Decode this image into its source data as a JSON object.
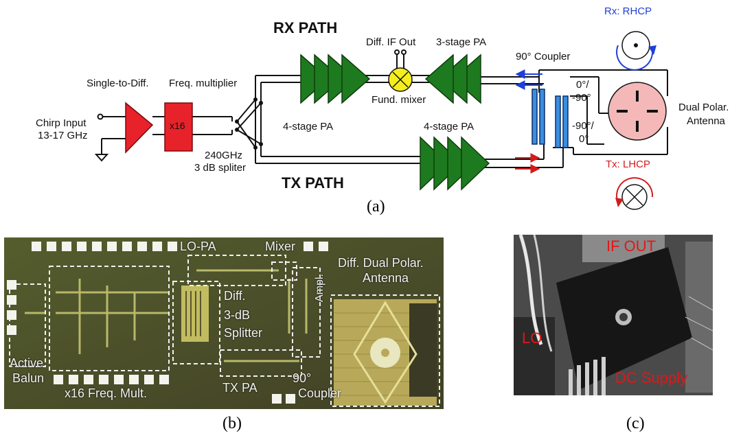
{
  "panel_a": {
    "rx_path": "RX PATH",
    "tx_path": "TX PATH",
    "single_to_diff": "Single-to-Diff.",
    "freq_multiplier": "Freq. multiplier",
    "multiplier_factor": "x16",
    "chirp_input": "Chirp Input",
    "chirp_range": "13-17 GHz",
    "splitter_freq": "240GHz",
    "splitter_name": "3 dB spliter",
    "rx_pa": "4-stage PA",
    "diff_if_out": "Diff. IF Out",
    "fund_mixer": "Fund. mixer",
    "rx_3stage_pa": "3-stage PA",
    "tx_pa": "4-stage PA",
    "coupler": "90° Coupler",
    "phase_top_1": "0°/",
    "phase_top_2": "-90°",
    "phase_bot_1": "-90°/",
    "phase_bot_2": "0°",
    "antenna_1": "Dual Polar.",
    "antenna_2": "Antenna",
    "rx_pol": "Rx: RHCP",
    "tx_pol": "Tx: LHCP",
    "caption": "(a)",
    "colors": {
      "pa": "#1e7a1e",
      "multiplier": "#e8222a",
      "mixer": "#f5ee1c",
      "coupler": "#3a8ee0",
      "antenna": "#f4b8b8",
      "rx": "#1f3fd8",
      "tx": "#d21c1c"
    }
  },
  "panel_b": {
    "lo_pa": "LO-PA",
    "mixer": "Mixer",
    "diff_dual_1": "Diff. Dual Polar.",
    "diff_dual_2": "Antenna",
    "ampl": "Ampl.",
    "splitter_1": "Diff.",
    "splitter_2": "3-dB",
    "splitter_3": "Splitter",
    "active": "Active",
    "balun": "Balun",
    "freq_mult": "x16 Freq. Mult.",
    "tx_pa": "TX PA",
    "coupler_1": "90°",
    "coupler_2": "Coupler",
    "caption": "(b)"
  },
  "panel_c": {
    "if_out": "IF OUT",
    "lo": "LO",
    "dc_supply": "DC Supply",
    "caption": "(c)"
  }
}
